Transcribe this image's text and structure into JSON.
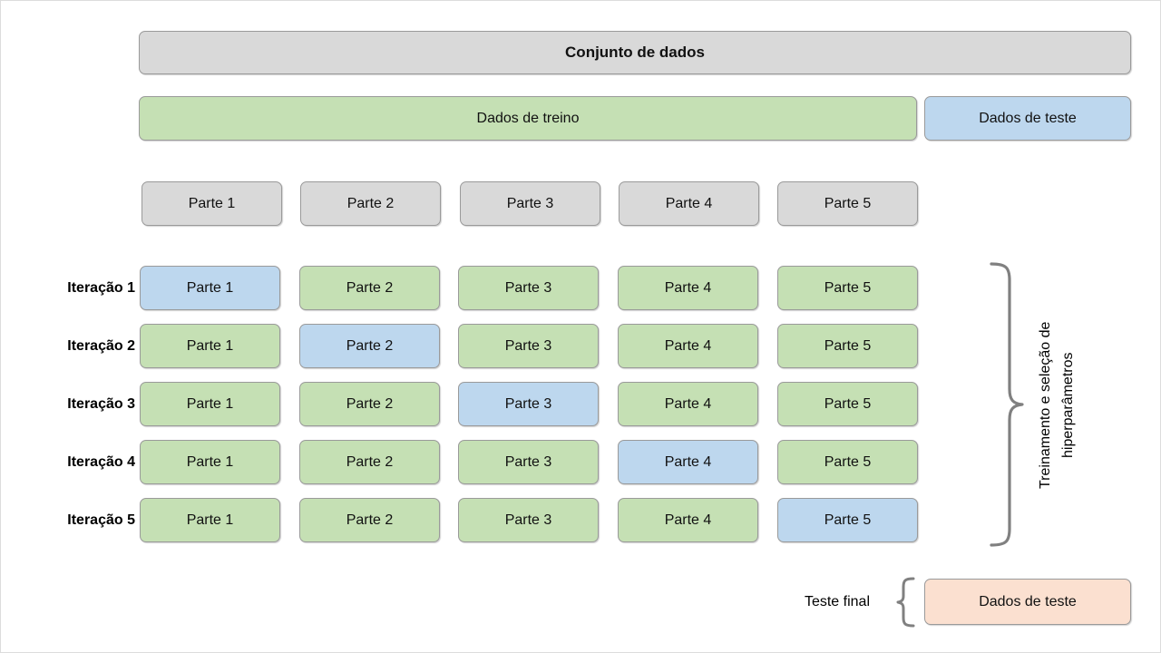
{
  "diagram": {
    "title_box": {
      "label": "Conjunto de dados"
    },
    "split_row": {
      "train": {
        "label": "Dados de treino"
      },
      "test": {
        "label": "Dados de teste"
      }
    },
    "folds_header": {
      "parts": [
        "Parte 1",
        "Parte 2",
        "Parte 3",
        "Parte 4",
        "Parte 5"
      ]
    },
    "iterations": [
      {
        "label": "Iteração 1",
        "cells": [
          {
            "label": "Parte 1",
            "role": "validation"
          },
          {
            "label": "Parte 2",
            "role": "training"
          },
          {
            "label": "Parte 3",
            "role": "training"
          },
          {
            "label": "Parte 4",
            "role": "training"
          },
          {
            "label": "Parte 5",
            "role": "training"
          }
        ]
      },
      {
        "label": "Iteração 2",
        "cells": [
          {
            "label": "Parte 1",
            "role": "training"
          },
          {
            "label": "Parte 2",
            "role": "validation"
          },
          {
            "label": "Parte 3",
            "role": "training"
          },
          {
            "label": "Parte 4",
            "role": "training"
          },
          {
            "label": "Parte 5",
            "role": "training"
          }
        ]
      },
      {
        "label": "Iteração 3",
        "cells": [
          {
            "label": "Parte 1",
            "role": "training"
          },
          {
            "label": "Parte 2",
            "role": "training"
          },
          {
            "label": "Parte 3",
            "role": "validation"
          },
          {
            "label": "Parte 4",
            "role": "training"
          },
          {
            "label": "Parte 5",
            "role": "training"
          }
        ]
      },
      {
        "label": "Iteração 4",
        "cells": [
          {
            "label": "Parte 1",
            "role": "training"
          },
          {
            "label": "Parte 2",
            "role": "training"
          },
          {
            "label": "Parte 3",
            "role": "training"
          },
          {
            "label": "Parte 4",
            "role": "validation"
          },
          {
            "label": "Parte 5",
            "role": "training"
          }
        ]
      },
      {
        "label": "Iteração 5",
        "cells": [
          {
            "label": "Parte 1",
            "role": "training"
          },
          {
            "label": "Parte 2",
            "role": "training"
          },
          {
            "label": "Parte 3",
            "role": "training"
          },
          {
            "label": "Parte 4",
            "role": "training"
          },
          {
            "label": "Parte 5",
            "role": "validation"
          }
        ]
      }
    ],
    "right_bracket": {
      "label": "Treinamento e seleção de\nhiperparâmetros"
    },
    "final_test": {
      "label": "Teste final",
      "box": {
        "label": "Dados de teste"
      }
    },
    "colors": {
      "dataset_gray": "#d9d9d9",
      "training_green": "#c5e0b4",
      "validation_blue": "#bdd7ee",
      "final_test_peach": "#fbe0d0",
      "border_gray": "#9a9a9a",
      "brace_gray": "#808080"
    }
  }
}
